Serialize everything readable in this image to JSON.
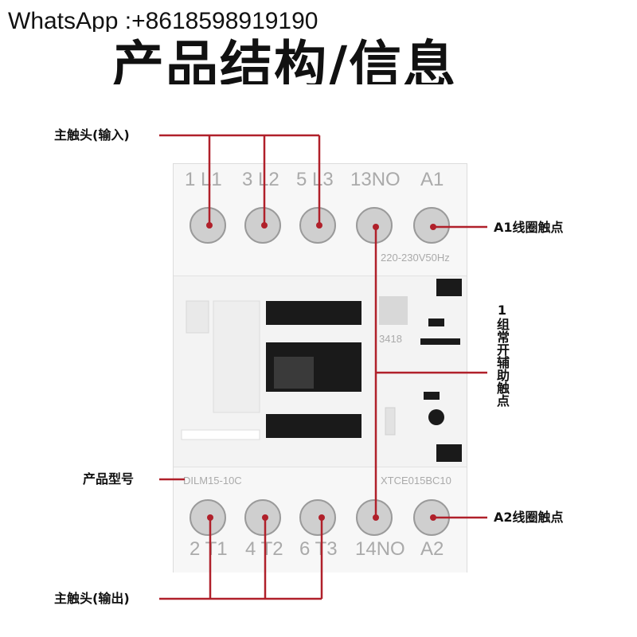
{
  "watermark": {
    "text": "WhatsApp :+8618598919190"
  },
  "title": {
    "text": "产品结构/信息"
  },
  "callouts": {
    "main_input": "主触头(输入)",
    "a1_coil": "A1线圈触点",
    "aux_contact": "1组常开辅助触点",
    "model": "产品型号",
    "a2_coil": "A2线圈触点",
    "main_output": "主触头(输出)"
  },
  "device": {
    "top_terminals": [
      "1 L1",
      "3 L2",
      "5 L3",
      "13NO",
      "A1"
    ],
    "bottom_terminals": [
      "2 T1",
      "4 T2",
      "6 T3",
      "14NO",
      "A2"
    ],
    "voltage": "220-230V50Hz",
    "model_left": "DILM15-10C",
    "model_right": "XTCE015BC10",
    "code": "3418"
  },
  "colors": {
    "accent": "#b0202a",
    "screw": "#c8c8c8"
  }
}
